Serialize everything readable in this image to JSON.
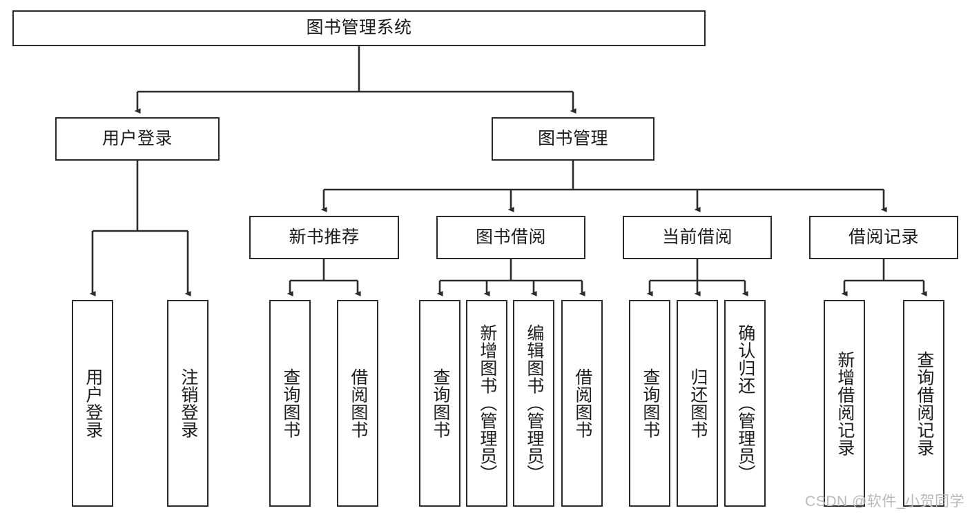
{
  "diagram": {
    "title": "图书管理系统",
    "root": {
      "label": "图书管理系统"
    },
    "level1": [
      {
        "label": "用户登录"
      },
      {
        "label": "图书管理"
      }
    ],
    "level2": [
      {
        "label": "新书推荐"
      },
      {
        "label": "图书借阅"
      },
      {
        "label": "当前借阅"
      },
      {
        "label": "借阅记录"
      }
    ],
    "leaves": [
      {
        "label": "用户登录",
        "parent": "用户登录"
      },
      {
        "label": "注销登录",
        "parent": "用户登录"
      },
      {
        "label": "查询图书",
        "parent": "新书推荐"
      },
      {
        "label": "借阅图书",
        "parent": "新书推荐"
      },
      {
        "label": "查询图书",
        "parent": "图书借阅"
      },
      {
        "label": "新增图书（管理员）",
        "parent": "图书借阅"
      },
      {
        "label": "编辑图书（管理员）",
        "parent": "图书借阅"
      },
      {
        "label": "借阅图书",
        "parent": "图书借阅"
      },
      {
        "label": "查询图书",
        "parent": "当前借阅"
      },
      {
        "label": "归还图书",
        "parent": "当前借阅"
      },
      {
        "label": "确认归还（管理员）",
        "parent": "当前借阅"
      },
      {
        "label": "新增借阅记录",
        "parent": "借阅记录"
      },
      {
        "label": "查询借阅记录",
        "parent": "借阅记录"
      }
    ],
    "watermark": "CSDN @软件_小贺同学",
    "colors": {
      "stroke": "#2b2b2b",
      "background": "#ffffff",
      "text": "#1c1c1c",
      "watermark": "#b9b9b9"
    }
  }
}
